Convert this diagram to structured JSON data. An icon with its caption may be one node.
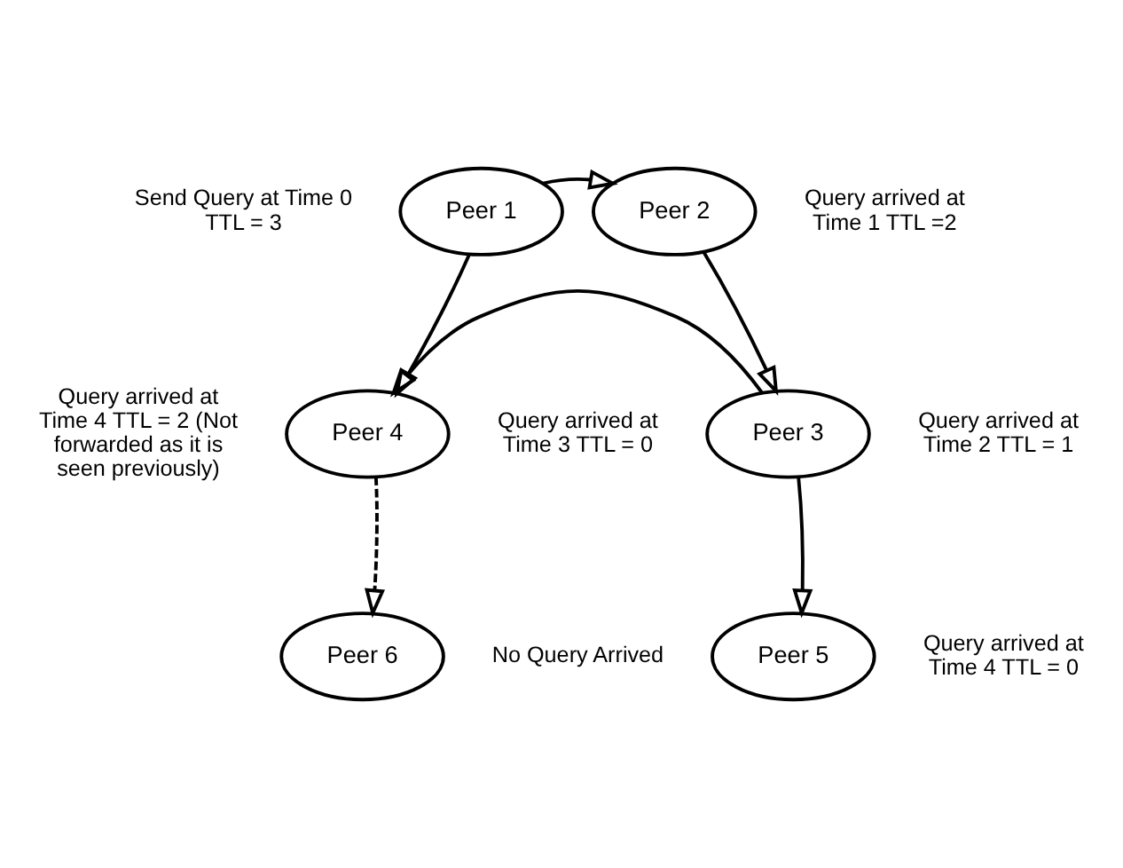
{
  "diagram": {
    "nodes": [
      {
        "text": [
          "Peer 1"
        ],
        "beside": [
          "Send Query at Time 0 TTL = 3"
        ]
      },
      {
        "text": [
          "Peer 2"
        ],
        "beside": [
          "Query arrived at Time 1 TTL =2"
        ]
      },
      {
        "text": [
          "Peer 4"
        ],
        "beside": [
          "Query arrived at Time 4 TTL = 2 (Not forwarded as it is seen previously)",
          "Query arrived at Time 3 TTL = 0"
        ]
      },
      {
        "text": [
          "Peer 3"
        ],
        "beside": [
          "Query arrived at Time 2 TTL = 1"
        ]
      },
      {
        "text": [
          "Peer 6"
        ],
        "beside": [
          "No Query Arrived"
        ]
      },
      {
        "text": [
          "Peer 5"
        ],
        "beside": [
          "Query arrived at Time 4 TTL = 0"
        ]
      }
    ],
    "edges": [
      {
        "from": 0,
        "to": 1,
        "arrow": "to"
      },
      {
        "from": 0,
        "to": 2,
        "arrow": "to"
      },
      {
        "from": 1,
        "to": 3,
        "arrow": "to"
      },
      {
        "from": 3,
        "to": 2,
        "arrow": "to"
      },
      {
        "from": 3,
        "to": 5,
        "arrow": "to"
      },
      {
        "from": 2,
        "to": 4,
        "arrow": "to",
        "style": "dashed"
      }
    ]
  }
}
